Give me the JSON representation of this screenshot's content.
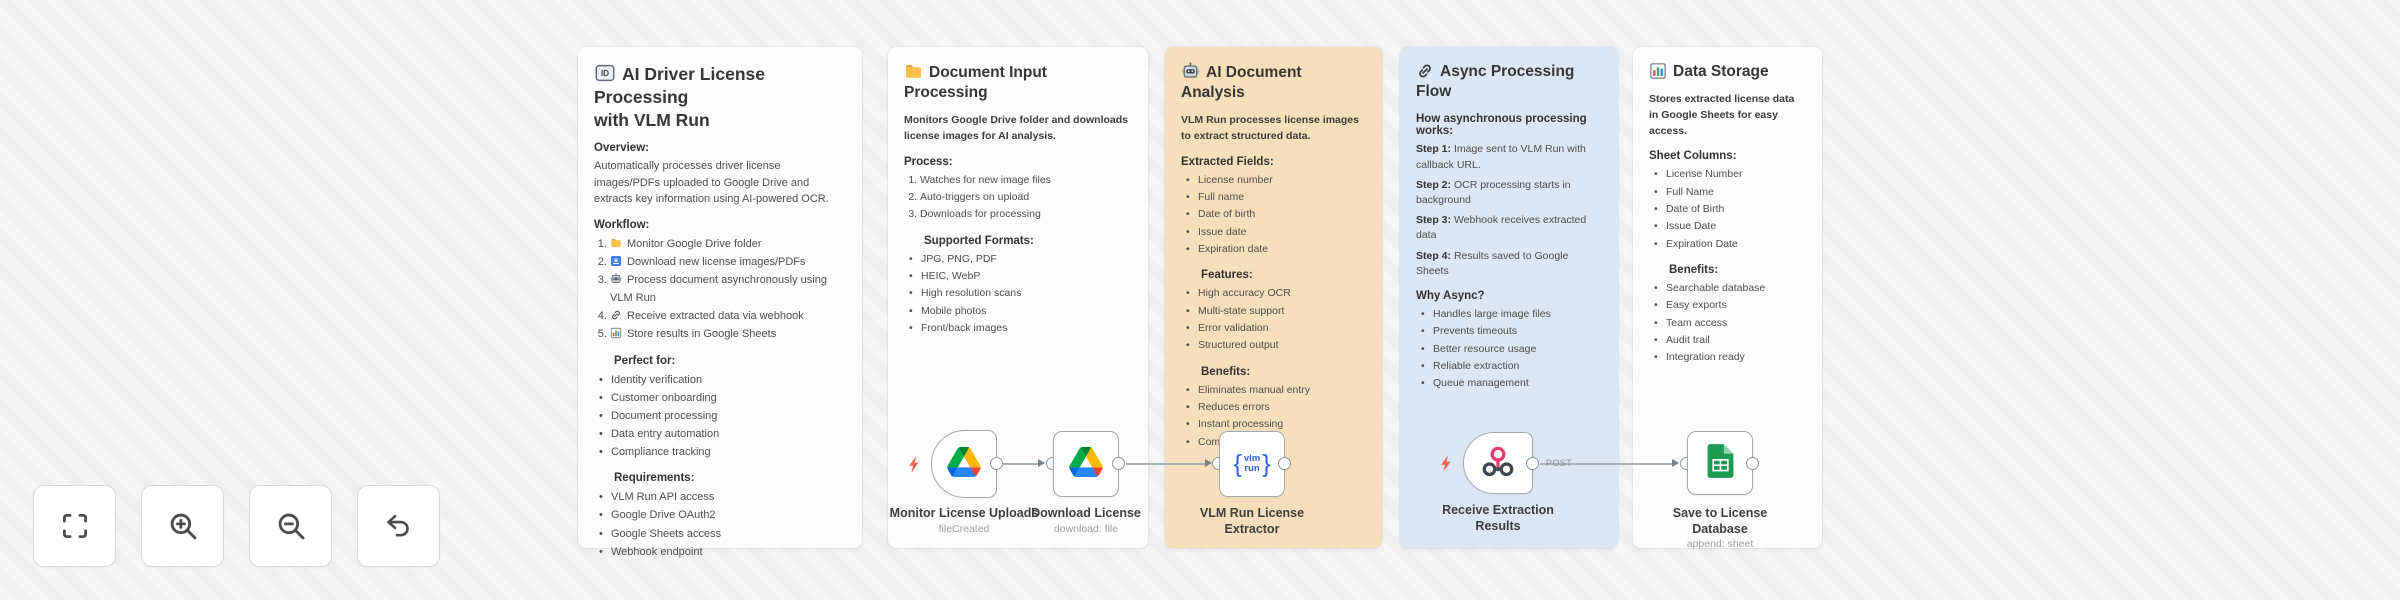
{
  "colors": {
    "canvas": "#f2f2f3",
    "sticky_white": "#fcfcfc",
    "sticky_orange": "#f7dfbc",
    "sticky_blue": "#dbe7f5",
    "trigger_bolt": "#f0604e",
    "connector": "#a9b0b6",
    "vlm_blue": "#2e5fe8"
  },
  "icons": {
    "id_badge_text": "ID",
    "vlm_brace_open": "{",
    "vlm_line1": "vlm",
    "vlm_line2": "run",
    "vlm_brace_close": "}"
  },
  "panels": [
    {
      "title_lines": [
        "AI Driver License Processing",
        "with VLM Run"
      ],
      "overview_heading": "Overview:",
      "overview_text": "Automatically processes driver license images/PDFs uploaded to Google Drive and extracts key information using AI-powered OCR.",
      "workflow_heading": "Workflow:",
      "workflow_steps": [
        {
          "icon": "folder-icon",
          "text": "Monitor Google Drive folder"
        },
        {
          "icon": "download-icon",
          "text": "Download new license images/PDFs"
        },
        {
          "icon": "robot-icon",
          "text": "Process document asynchronously using VLM Run"
        },
        {
          "icon": "link-icon",
          "text": "Receive extracted data via webhook"
        },
        {
          "icon": "bar-chart-icon",
          "text": "Store results in Google Sheets"
        }
      ],
      "perfect_heading": "Perfect for:",
      "perfect_items": [
        "Identity verification",
        "Customer onboarding",
        "Document processing",
        "Data entry automation",
        "Compliance tracking"
      ],
      "requirements_heading": "Requirements:",
      "requirements_items": [
        "VLM Run API access",
        "Google Drive OAuth2",
        "Google Sheets access",
        "Webhook endpoint"
      ]
    },
    {
      "title_lines": [
        "Document Input Processing"
      ],
      "intro": "Monitors Google Drive folder and downloads license images for AI analysis.",
      "process_heading": "Process:",
      "process_steps": [
        "Watches for new image files",
        "Auto-triggers on upload",
        "Downloads for processing"
      ],
      "formats_heading": "Supported Formats:",
      "formats_items": [
        "JPG, PNG, PDF",
        "HEIC, WebP",
        "High resolution scans",
        "Mobile photos",
        "Front/back images"
      ]
    },
    {
      "title_lines": [
        "AI Document Analysis"
      ],
      "intro": "VLM Run processes license images to extract structured data.",
      "fields_heading": "Extracted Fields:",
      "fields_items": [
        "License number",
        "Full name",
        "Date of birth",
        "Issue date",
        "Expiration date"
      ],
      "features_heading": "Features:",
      "features_items": [
        "High accuracy OCR",
        "Multi-state support",
        "Error validation",
        "Structured output"
      ],
      "benefits_heading": "Benefits:",
      "benefits_items": [
        "Eliminates manual entry",
        "Reduces errors",
        "Instant processing",
        "Compliance ready"
      ]
    },
    {
      "title_lines": [
        "Async Processing",
        "Flow"
      ],
      "how_heading": "How asynchronous processing works:",
      "steps": [
        {
          "label": "Step 1:",
          "text": "Image sent to VLM Run with callback URL."
        },
        {
          "label": "Step 2:",
          "text": "OCR processing starts in background"
        },
        {
          "label": "Step 3:",
          "text": "Webhook receives extracted data"
        },
        {
          "label": "Step 4:",
          "text": "Results saved to Google Sheets"
        }
      ],
      "why_heading": "Why Async?",
      "why_items": [
        "Handles large image files",
        "Prevents timeouts",
        "Better resource usage",
        "Reliable extraction",
        "Queue management"
      ]
    },
    {
      "title_lines": [
        "Data Storage"
      ],
      "intro": "Stores extracted license data in Google Sheets for easy access.",
      "columns_heading": "Sheet Columns:",
      "columns_items": [
        "License Number",
        "Full Name",
        "Date of Birth",
        "Issue Date",
        "Expiration Date"
      ],
      "benefits_heading": "Benefits:",
      "benefits_items": [
        "Searchable database",
        "Easy exports",
        "Team access",
        "Audit trail",
        "Integration ready"
      ]
    }
  ],
  "nodes": [
    {
      "label": "Monitor License Uploads",
      "subtitle": "fileCreated",
      "icon": "google-drive-icon"
    },
    {
      "label": "Download License",
      "subtitle": "download: file",
      "icon": "google-drive-icon"
    },
    {
      "label": "VLM Run License Extractor",
      "subtitle": "",
      "icon": "vlm-run-icon"
    },
    {
      "label": "Receive Extraction Results",
      "subtitle": "",
      "icon": "webhook-icon"
    },
    {
      "label": "Save to License Database",
      "subtitle": "append: sheet",
      "icon": "google-sheets-icon"
    }
  ],
  "connection_labels": {
    "webhook_output": "POST"
  }
}
